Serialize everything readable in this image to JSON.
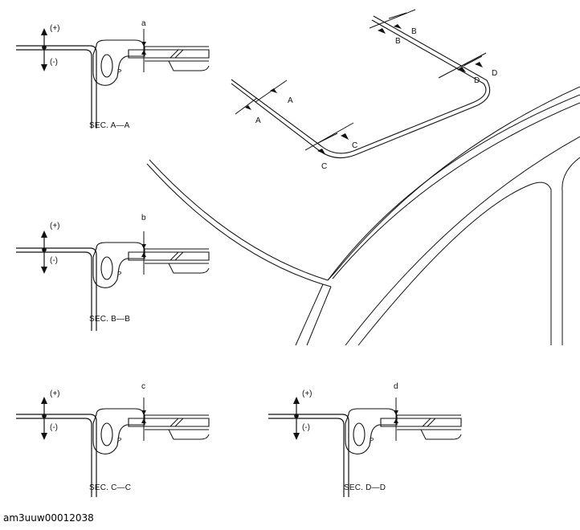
{
  "figure_id": "am3uuw00012038",
  "sections": [
    {
      "caption": "SEC. A—A",
      "dim_label": "a",
      "plus": "(+)",
      "minus": "(-)"
    },
    {
      "caption": "SEC. B—B",
      "dim_label": "b",
      "plus": "(+)",
      "minus": "(-)"
    },
    {
      "caption": "SEC. C—C",
      "dim_label": "c",
      "plus": "(+)",
      "minus": "(-)"
    },
    {
      "caption": "SEC. D—D",
      "dim_label": "d",
      "plus": "(+)",
      "minus": "(-)"
    }
  ],
  "cut_markers": [
    "A",
    "A",
    "B",
    "B",
    "C",
    "C",
    "D",
    "D"
  ]
}
